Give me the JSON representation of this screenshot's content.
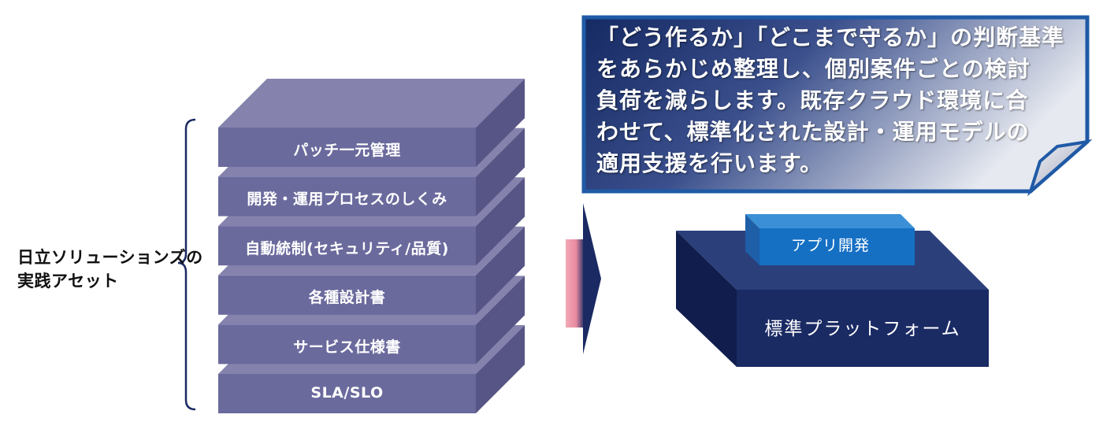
{
  "assets_label": [
    "日立ソリューションズの",
    "実践アセット"
  ],
  "layers": [
    "パッチ一元管理",
    "開発・運用プロセスのしくみ",
    "自動統制(セキュリティ/品質)",
    "各種設計書",
    "サービス仕様書",
    "SLA/SLO"
  ],
  "callout_lines": [
    "「どう作るか」「どこまで守るか」の判断基準",
    "をあらかじめ整理し、個別案件ごとの検討",
    "負荷を減らします。既存クラウド環境に合",
    "わせて、標準化された設計・運用モデルの",
    "適用支援を行います。"
  ],
  "app_block_label": "アプリ開発",
  "platform_label": "標準プラットフォーム",
  "colors": {
    "layer_front": "#6b6a9d",
    "layer_top": "#8583ad",
    "layer_side": "#575586",
    "platform_front": "#1a2a63",
    "platform_top": "#2b3f7a",
    "platform_side": "#101d4d",
    "app_front": "#1570c4",
    "app_top": "#3b8fd6",
    "callout_border": "#1f5aa6"
  }
}
